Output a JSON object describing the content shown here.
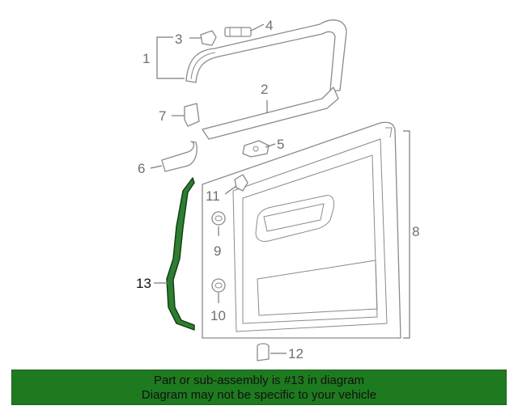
{
  "diagram": {
    "callouts": [
      "1",
      "2",
      "3",
      "4",
      "5",
      "6",
      "7",
      "8",
      "9",
      "10",
      "11",
      "12",
      "13"
    ],
    "highlight_part": "13"
  },
  "banner": {
    "line1": "Part or sub-assembly is #13 in diagram",
    "line2": "Diagram may not be specific to your vehicle"
  },
  "colors": {
    "banner_bg": "#1e7a1e",
    "highlight_fill": "#2e7d32",
    "line": "#8a8a8a"
  }
}
